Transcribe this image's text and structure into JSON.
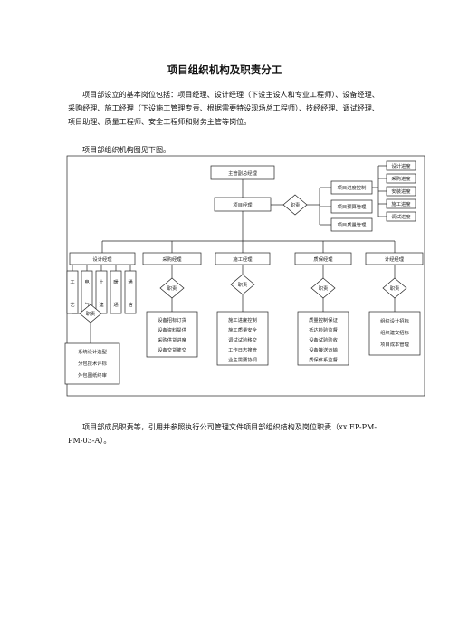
{
  "doc": {
    "title": "项目组织机构及职责分工",
    "intro": "项目部设立的基本岗位包括：项目经理、设计经理（下设主设人和专业工程师）、设备经理、采购经理、施工经理（下设施工管理专责、根据需要特设现场总工程师）、技经经理、调试经理、项目助理、质量工程师、安全工程师和财务主管等岗位。",
    "chart_intro": "项目部组织机构图见下图。",
    "closing": "项目部成员职责等，引用并参照执行公司管理文件项目部组织结构及岗位职责（xx.EP-PM-PM-03-A）。"
  },
  "org": {
    "top_manager": "主管副总经理",
    "project_manager": "项目经理",
    "pm_duty": "职责",
    "pm_duties": [
      "项目进度控制",
      "项目预算管理",
      "项目质量管理"
    ],
    "progress_items": [
      "设计进度",
      "采购进度",
      "安装进度",
      "施工进度",
      "调试进度"
    ],
    "managers": [
      "设计经理",
      "采购经理",
      "施工经理",
      "质保经理",
      "计经经理"
    ],
    "design_sub": [
      "工艺",
      "电气",
      "土建",
      "暖通",
      "通信"
    ],
    "design_sub_chars": [
      [
        "工",
        "艺"
      ],
      [
        "电",
        "气"
      ],
      [
        "土",
        "建"
      ],
      [
        "暖",
        "通"
      ],
      [
        "通",
        "信"
      ]
    ],
    "duty_label": "职责",
    "design_duties": [
      "系统设计选型",
      "分包技术评标",
      "外包图纸终审"
    ],
    "purchase_duties": [
      "设备招标订货",
      "设备资料提供",
      "采购供货进度",
      "设备交货催交"
    ],
    "construction_duties": [
      "施工进度控制",
      "施工质量安全",
      "调试试验移交",
      "工作日志搜管",
      "业主需要协调"
    ],
    "quality_duties": [
      "质量控制保证",
      "抵达检验监督",
      "设备试验验收",
      "设备接送运输",
      "质保体系监督"
    ],
    "cost_duties": [
      "组织设计招标",
      "组织建安招标",
      "项目成本管理"
    ]
  }
}
